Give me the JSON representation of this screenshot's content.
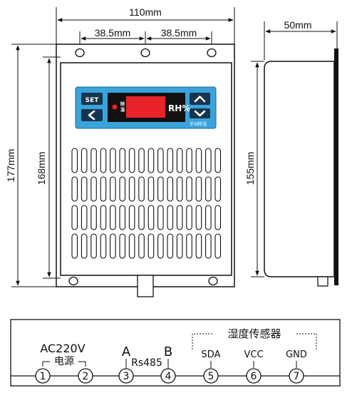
{
  "dimensions": {
    "width_total": "110mm",
    "hole_spacing_left": "38.5mm",
    "hole_spacing_right": "38.5mm",
    "height_total": "177mm",
    "height_inner": "168mm",
    "depth": "50mm",
    "height_side": "155mm"
  },
  "panel": {
    "set_label": "SET",
    "dehumid_label_1": "除",
    "dehumid_label_2": "湿",
    "unit_label": "RH%",
    "manual_label": "手动除湿"
  },
  "wiring": {
    "power_voltage": "AC220V",
    "power_label": "电源",
    "rs485_a": "A",
    "rs485_b": "B",
    "rs485_label": "Rs485",
    "sensor_title": "湿度传感器",
    "sensor_pins": [
      "SDA",
      "VCC",
      "GND"
    ],
    "terminals": [
      "1",
      "2",
      "3",
      "4",
      "5",
      "6",
      "7"
    ]
  },
  "colors": {
    "panel_blue": "#3ba3dc",
    "display_red": "#e8232a",
    "display_bg": "#111111",
    "button_dark": "#16354f"
  }
}
